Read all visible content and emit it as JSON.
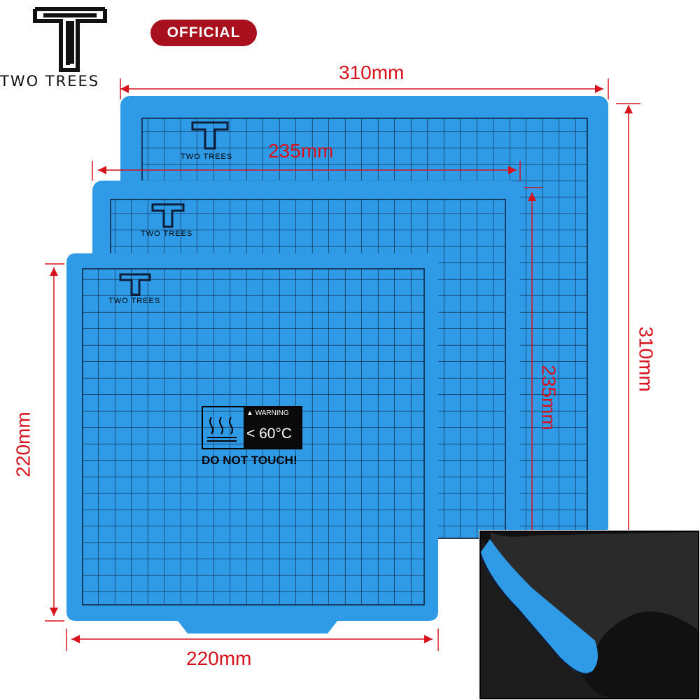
{
  "brand": {
    "name": "TWO TREES",
    "badge": "OFFICIAL"
  },
  "dimensions": {
    "large_width": "310mm",
    "large_height": "310mm",
    "medium_width": "235mm",
    "medium_height": "235mm",
    "small_width": "220mm",
    "small_height": "220mm"
  },
  "plates": [
    {
      "size": "310mm",
      "logo_text": "TWO TREES",
      "color": "#2f9be7"
    },
    {
      "size": "235mm",
      "logo_text": "TWO TREES",
      "color": "#2f9be7"
    },
    {
      "size": "220mm",
      "logo_text": "TWO TREES",
      "color": "#2f9be7"
    }
  ],
  "warning_label": {
    "header": "WARNING",
    "temperature": "< 60°C",
    "caption": "DO NOT TOUCH!"
  },
  "colors": {
    "plate_blue": "#2f9be7",
    "dimension_red": "#d6121d",
    "badge_red": "#a8101e"
  }
}
